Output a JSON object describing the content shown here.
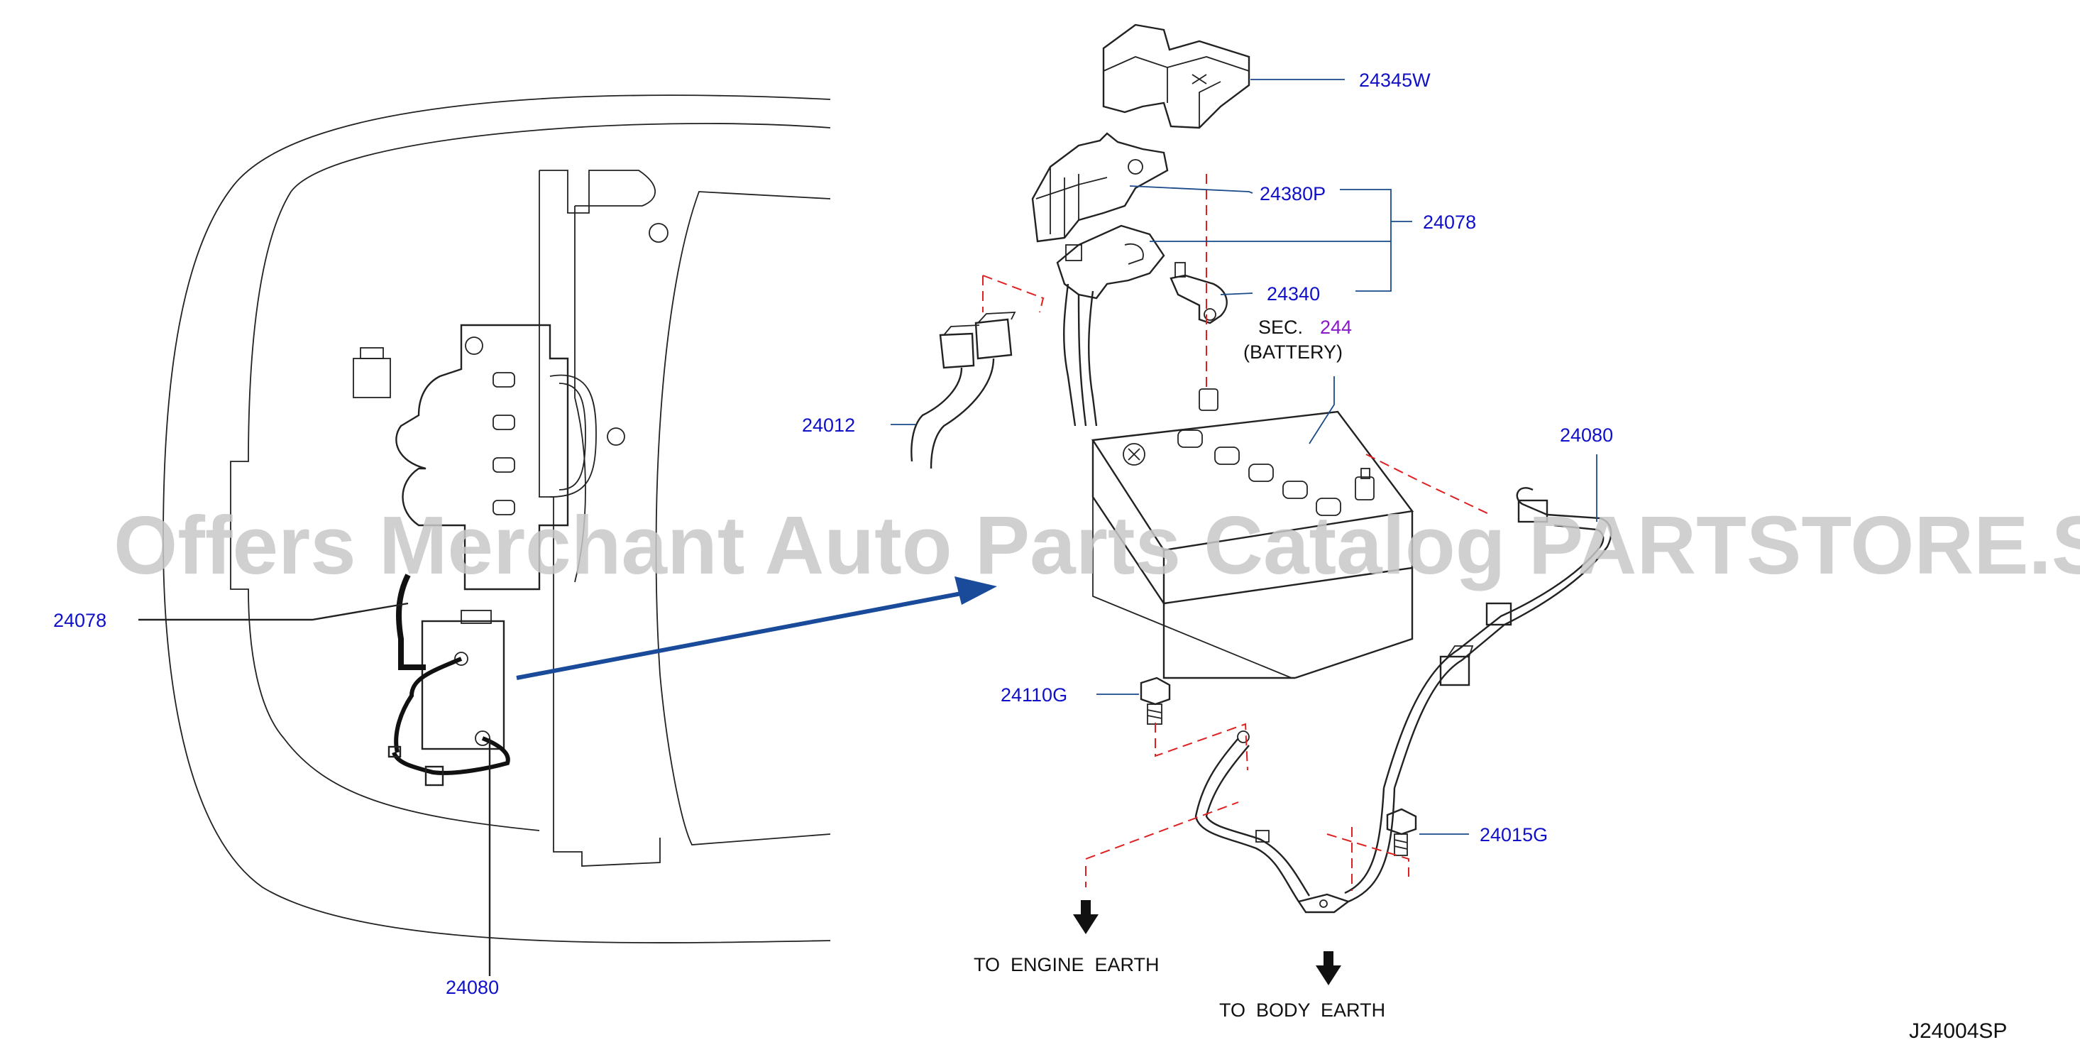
{
  "watermark": "Offers Merchant Auto Parts Catalog PARTSTORE.SA",
  "figure_code": "J24004SP",
  "section": {
    "prefix": "SEC.",
    "number": "244",
    "label": "(BATTERY)"
  },
  "callouts": {
    "p24345W": "24345W",
    "p24380P": "24380P",
    "p24078_right": "24078",
    "p24340": "24340",
    "p24012": "24012",
    "p24080_right": "24080",
    "p24078_left": "24078",
    "p24110G": "24110G",
    "p24015G": "24015G",
    "p24080_left": "24080"
  },
  "destinations": {
    "engine_earth": "TO  ENGINE  EARTH",
    "body_earth": "TO  BODY  EARTH"
  },
  "colors": {
    "part_number": "#1010c8",
    "section_number": "#8a18c8",
    "guide_dash": "#e02020",
    "arrow": "#1a4a9a"
  }
}
